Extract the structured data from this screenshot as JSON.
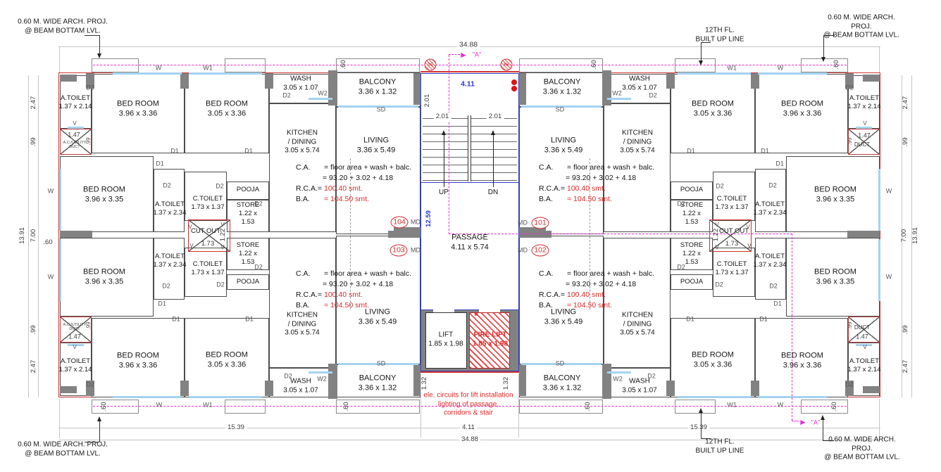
{
  "r": {
    "at_s": "A.TOILET\n1.37 x 2.14",
    "at_b": "A.TOILET\n1.37 x 2.34",
    "bed_a": "BED ROOM\n3.96 x 3.36",
    "bed_b": "BED ROOM\n3.05 x 3.36",
    "bed_c": "BED ROOM\n3.96 x 3.35",
    "wash": "WASH\n3.05 x 1.07",
    "kit": "KITCHEN\n/ DINING\n3.05 x 5.74",
    "liv": "LIVING\n3.36 x 5.49",
    "bal": "BALCONY\n3.36 x 1.32",
    "ct": "C.TOILET\n1.73 x 1.37",
    "store": "STORE\n1.22 x\n1.53",
    "pooja": "POOJA",
    "cut": "CUT OUT",
    "pass": "PASSAGE\n4.11 x 5.74",
    "lift": "LIFT\n1.85 x 1.98",
    "flift": "FIRE LIFT\n1.85 x 1.98",
    "duct_ac": "A.C./UTILITY\nDUCT",
    "duct": "DUCT"
  },
  "u": {
    "u101": "101",
    "u102": "102",
    "u103": "103",
    "u104": "104"
  },
  "l": {
    "w": "W",
    "w1": "W1",
    "w2": "W2",
    "d1": "D1",
    "d2": "D2",
    "v": "V",
    "sd": "SD",
    "md": "MD",
    "up": "UP",
    "dn": "DN"
  },
  "d": {
    "d3488": "34.88",
    "d411": "4.11",
    "d1539": "15.39",
    "d1391": "13.91",
    "d700": "7.00",
    "d247": "2.47",
    "d099": ".99",
    "d060": ".60",
    "d147": "1.47",
    "d201": "2.01",
    "d1259": "12.59",
    "d132": "1.32",
    "d173": "1.73",
    "d122": "1.22"
  },
  "c": {
    "ca": "C.A.",
    "caf": "= floor area + wash + balc.",
    "cav": "=   93.20 + 3.02  + 4.18",
    "rca": "R.C.A.=",
    "rcav": "100.40 smt.",
    "ba": "B.A.",
    "bav": "= 104.50 smt."
  },
  "n": {
    "arch": "0.60 M. WIDE ARCH. PROJ.\n@ BEAM BOTTAM LVL.",
    "built": "12TH FL.\nBUILT UP LINE",
    "ele": "ele. circuits for lift installation\nlighting of passage,\ncorridors & stair",
    "sa": "\"A\""
  },
  "m": {
    "gs": "GS",
    "fh": "FH"
  },
  "colors": {
    "wall_red": "#cf3535",
    "stair_blue": "#3340bb",
    "window_blue": "#a5d2f0",
    "magenta": "#ee2bd4",
    "accent_red": "#e02828"
  }
}
